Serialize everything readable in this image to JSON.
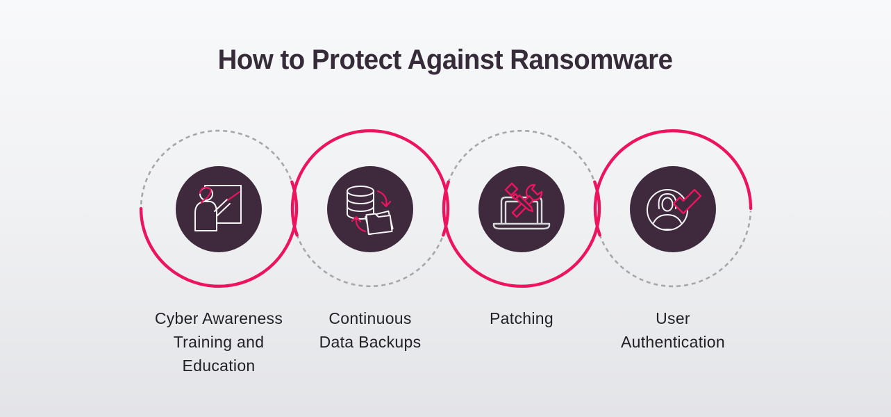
{
  "title": "How to Protect Against Ransomware",
  "colors": {
    "accent_pink": "#ec145f",
    "disc_plum": "#3e2a3c",
    "dash_gray": "#a7a7ab",
    "title_plum": "#362b38",
    "label_dark": "#212125",
    "icon_white": "#f7f5f7",
    "laptop_gray": "#d9dadd",
    "bg_top": "#f8f9fa",
    "bg_bottom": "#e3e4e7"
  },
  "steps": [
    {
      "label": "Cyber Awareness Training and Education",
      "lines": [
        "Cyber Awareness",
        "Training and",
        "Education"
      ],
      "icon": "presenter-whiteboard-icon",
      "accent_arc": "bottom"
    },
    {
      "label": "Continuous Data Backups",
      "lines": [
        "Continuous",
        "Data Backups"
      ],
      "icon": "database-backup-icon",
      "accent_arc": "top"
    },
    {
      "label": "Patching",
      "lines": [
        "Patching"
      ],
      "icon": "laptop-tools-icon",
      "accent_arc": "bottom"
    },
    {
      "label": "User Authentication",
      "lines": [
        "User",
        "Authentication"
      ],
      "icon": "user-checkmark-icon",
      "accent_arc": "top"
    }
  ]
}
